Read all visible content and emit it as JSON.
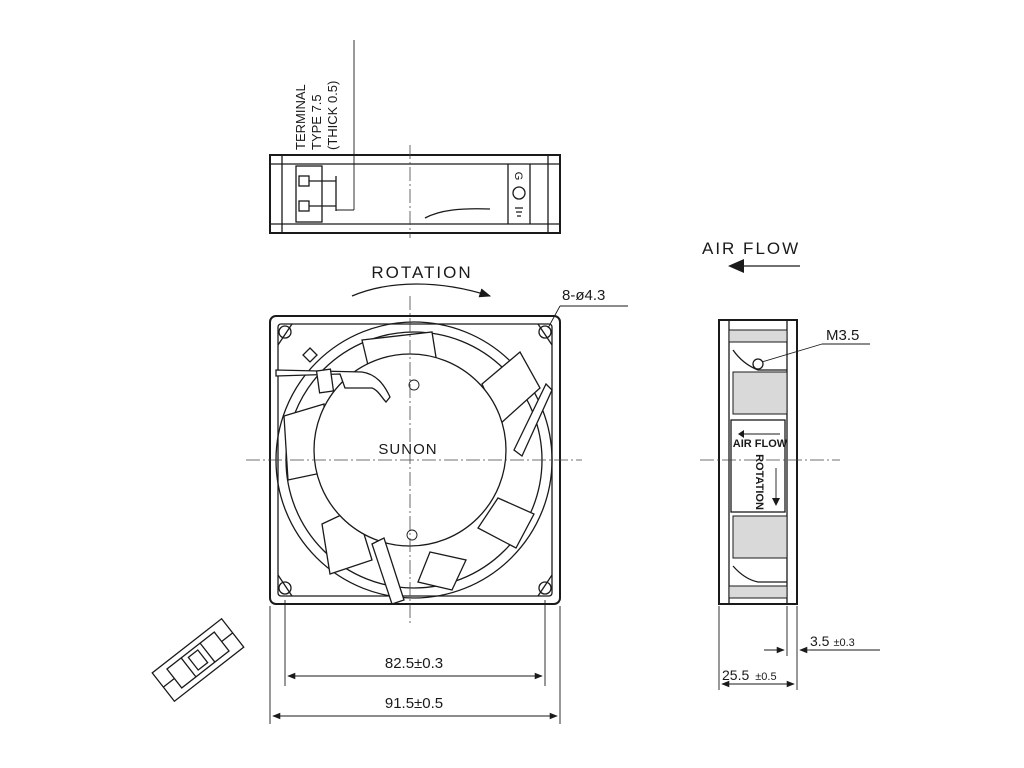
{
  "labels": {
    "terminal_line1": "TERMINAL",
    "terminal_line2": "TYPE 7.5",
    "terminal_line3": "(THICK 0.5)",
    "top_label_g": "G",
    "rotation": "ROTATION",
    "holes": "8-ø4.3",
    "brand": "SUNON",
    "air_flow": "AIR FLOW",
    "screw": "M3.5",
    "side_air_flow": "AIR FLOW",
    "side_rotation": "ROTATION",
    "dim_inner": "82.5±0.3",
    "dim_outer": "91.5±0.5",
    "dim_depth_value": "25.5",
    "dim_depth_tol": "±0.5",
    "dim_flange_value": "3.5",
    "dim_flange_tol": "±0.3"
  }
}
